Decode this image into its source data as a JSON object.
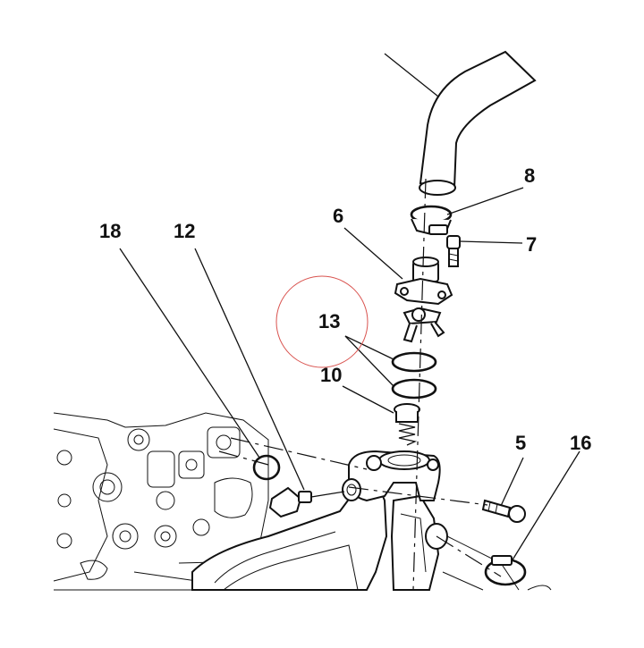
{
  "diagram": {
    "callouts": [
      {
        "id": "c18",
        "label": "18"
      },
      {
        "id": "c12",
        "label": "12"
      },
      {
        "id": "c6",
        "label": "6"
      },
      {
        "id": "c8",
        "label": "8"
      },
      {
        "id": "c7",
        "label": "7"
      },
      {
        "id": "c13",
        "label": "13"
      },
      {
        "id": "c10",
        "label": "10"
      },
      {
        "id": "c5",
        "label": "5"
      },
      {
        "id": "c16",
        "label": "16"
      }
    ],
    "highlight_color": "#d9534f",
    "ink_color": "#111111"
  }
}
